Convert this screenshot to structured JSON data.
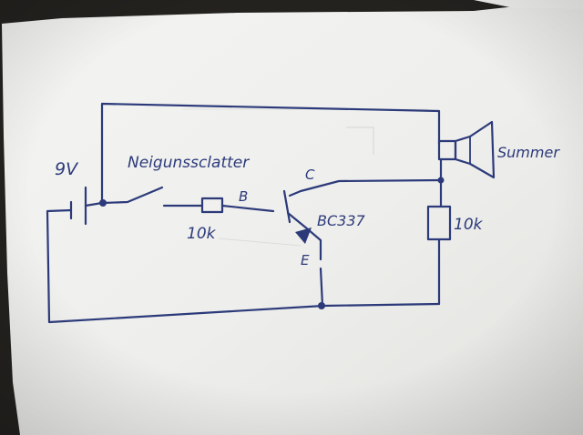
{
  "labels": {
    "battery_voltage": "9V",
    "tilt_switch": "Neigunssclatter",
    "buzzer": "Summer",
    "base_resistor": "10k",
    "base": "B",
    "collector": "C",
    "emitter": "E",
    "transistor": "BC337",
    "collector_resistor": "10k"
  },
  "colors": {
    "ink": "#2c3a7a",
    "paper": "#efefed"
  }
}
